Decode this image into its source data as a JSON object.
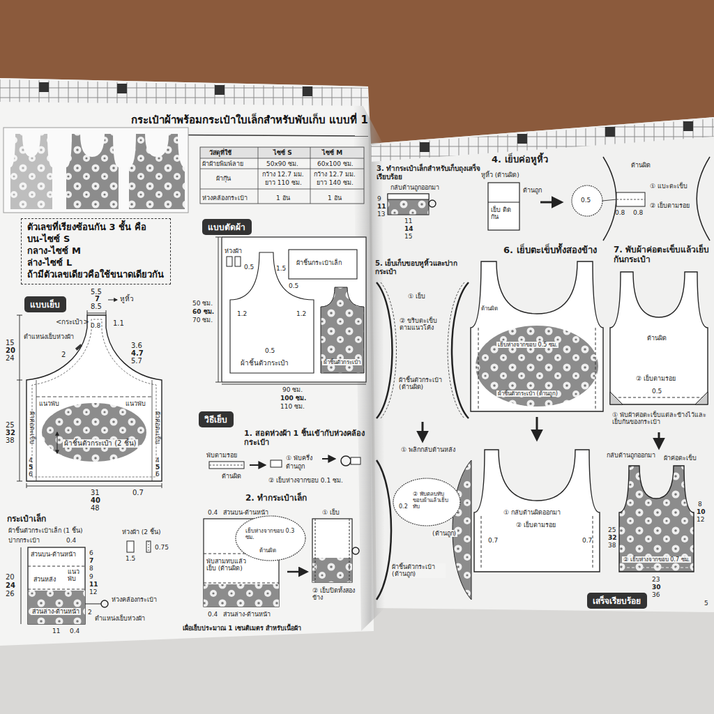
{
  "diagram": {
    "title": "กระเป๋าผ้าพร้อมกระเป๋าใบเล็กสำหรับพับเก็บ แบบที่ 1",
    "nodes": [
      {
        "text": [
          "ตัวเลขที่เรียงซ้อนกัน 3 ชั้น คือ",
          "บน-ไซซ์ S",
          "กลาง-ไซซ์ M",
          "ล่าง-ไซซ์ L",
          "ถ้ามีตัวเลขเดียวคือใช้ขนาดเดียวกัน"
        ]
      },
      {
        "text": [
          "แบบเย็บ"
        ]
      },
      {
        "text": [
          "แบบตัดผ้า"
        ]
      },
      {
        "text": [
          "วิธีเย็บ"
        ]
      },
      {
        "text": [
          "เสร็จเรียบร้อย"
        ]
      }
    ],
    "labels": [
      "วัสดุที่ใช้",
      "ไซซ์ S",
      "ไซซ์ M",
      "ผ้าฝ้ายพิมพ์ลาย",
      "50x90 ซม.",
      "60x100 ซม.",
      "ผ้ากุ๊น",
      "กว้าง 12.7 มม.",
      "ยาว 110 ซม.",
      "กว้าง 12.7 มม.",
      "ยาว 140 ซม.",
      "ห่วงคล้องกระเป๋า",
      "1 อัน",
      "1 อัน",
      "5.5",
      "7",
      "8.5",
      "หูหิ้ว",
      "<กระเป๋า>",
      "0.8",
      "1.1",
      "15",
      "20",
      "24",
      "ตำแหน่งเย็บห่วงผ้า",
      "2",
      "3.6",
      "4.7",
      "5.7",
      "แนวพับ",
      "แนวพับ",
      "ผ้าค่อตะเข็บ",
      "ผ้าค่อตะเข็บ",
      "25",
      "32",
      "38",
      "4",
      "5",
      "6",
      "4",
      "5",
      "6",
      "ผ้าชิ้นตัวกระเป๋า (2 ชิ้น)",
      "31",
      "40",
      "48",
      "0.7",
      "กระเป๋าเล็ก",
      "ผ้าชิ้นตัวกระเป๋าเล็ก (1 ชิ้น)",
      "ปากกระเป๋า",
      "0.4",
      "ห่วงผ้า (2 ชิ้น)",
      "ส่วนบน-ด้านหน้า",
      "6",
      "7",
      "8",
      "1.5",
      "0.75",
      "ส่วนหลัง",
      "แนว พับ",
      "9",
      "11",
      "12",
      "ห่วงคล้องกระเป๋า",
      "ส่วนล่าง-ด้านหน้า",
      "2",
      "ตำแหน่งเย็บห่วงผ้า",
      "20",
      "24",
      "26",
      "11",
      "0.4",
      "ห่วงผ้า",
      "0.5",
      "1.5",
      "ผ้าชิ้นกระเป๋าเล็ก",
      "0.5",
      "1.2",
      "1.2",
      "ผ้าชิ้นตัวกระเป๋า",
      "0.5",
      "ผ้าชิ้นตัวกระเป๋า",
      "50 ซม.",
      "60 ซม.",
      "70 ซม.",
      "90 ซม.",
      "100 ซม.",
      "110 ซม.",
      "1. สอดห่วงผ้า 1 ชิ้นเข้ากับห่วงคล้องกระเป๋า",
      "พับตามรอย",
      "ด้านผิด",
      "① พับครึ่ง",
      "ด้านถูก",
      "② เย็บห่างจากขอบ 0.1 ซม.",
      "2. ทำกระเป๋าเล็ก",
      "0.4",
      "ส่วนบน-ด้านหน้า",
      "เย็บห่างจากขอบ 0.3 ซม.",
      "ด้านผิด",
      "พับสามทบแล้วเย็บ (ด้านผิด)",
      "0.4",
      "ส่วนล่าง-ด้านหน้า",
      "① เย็บ",
      "② เย็บปิดทั้งสองข้าง",
      "เผื่อเย็บประมาณ 1 เซนติเมตร สำหรับเนื้อผ้า",
      "3. ทำกระเป๋าเล็กสำหรับเก็บถุงเสร็จเรียบร้อย",
      "กลับด้านถูกออกมา",
      "9",
      "11",
      "13",
      "11",
      "14",
      "15",
      "4. เย็บค่อหูหิ้ว",
      "หูหิ้ว (ด้านผิด)",
      "ด้านถูก",
      "เย็บ ติดกัน",
      "ด้านผิด",
      "0.5",
      "① แบะตะเข็บ",
      "0.8",
      "0.8",
      "② เย็บตามรอย",
      "5. เย็บเก็บขอบหูหิ้วและปากกระเป๋า",
      "① เย็บ",
      "② ขริบตะเข็บ ตามแนวโค้ง",
      "ผ้าชิ้นตัวกระเป๋า (ด้านผิด)",
      "① พลิกกลับด้านหลัง",
      "0.2",
      "② พับตลบทับขอบผ้าแล้วเย็บทับ",
      "(ด้านถูก)",
      "ผ้าชิ้นตัวกระเป๋า (ด้านถูก)",
      "6. เย็บตะเข็บทั้งสองข้าง",
      "ด้านผิด",
      "เย็บห่างจากขอบ 0.5 ซม.",
      "ผ้าชิ้นตัวกระเป๋า (ด้านถูก)",
      "① กลับด้านผิดออกมา",
      "② เย็บตามรอย",
      "0.7",
      "0.7",
      "7. พับผ้าค่อตะเข็บแล้วเย็บกันกระเป๋า",
      "ด้านผิด",
      "② เย็บตามรอย",
      "0.5",
      "① พับผ้าค่อตะเข็บแต่ละข้างไว้และเย็บก้นของกระเป๋า",
      "กลับด้านถูกออกมา",
      "ผ้าค่อตะเข็บ",
      "8",
      "10",
      "12",
      "25",
      "32",
      "38",
      "② เย็บห่างจากขอบ 0.7 ซม.",
      "23",
      "30",
      "36",
      "5"
    ]
  }
}
